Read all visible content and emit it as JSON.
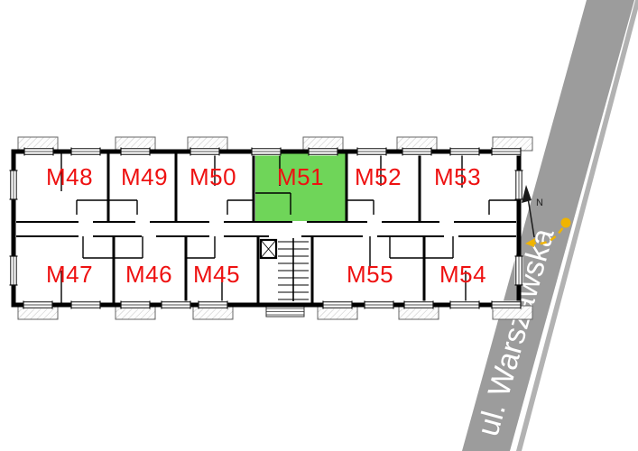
{
  "plan": {
    "highlighted_unit": "M51",
    "units_top": [
      {
        "label": "M48"
      },
      {
        "label": "M49"
      },
      {
        "label": "M50"
      },
      {
        "label": "M51"
      },
      {
        "label": "M52"
      },
      {
        "label": "M53"
      }
    ],
    "units_bottom": [
      {
        "label": "M47"
      },
      {
        "label": "M46"
      },
      {
        "label": "M45"
      },
      {
        "label": "M55"
      },
      {
        "label": "M54"
      }
    ]
  },
  "street": {
    "label": "ul. Warszawska"
  },
  "compass": {
    "north_label": "N"
  },
  "colors": {
    "unit_label": "#ee1111",
    "highlight_fill": "#6fd559",
    "street_band": "#9c9c9c",
    "street_text": "#ffffff",
    "compass_accent": "#f0b400",
    "wall": "#000000"
  }
}
